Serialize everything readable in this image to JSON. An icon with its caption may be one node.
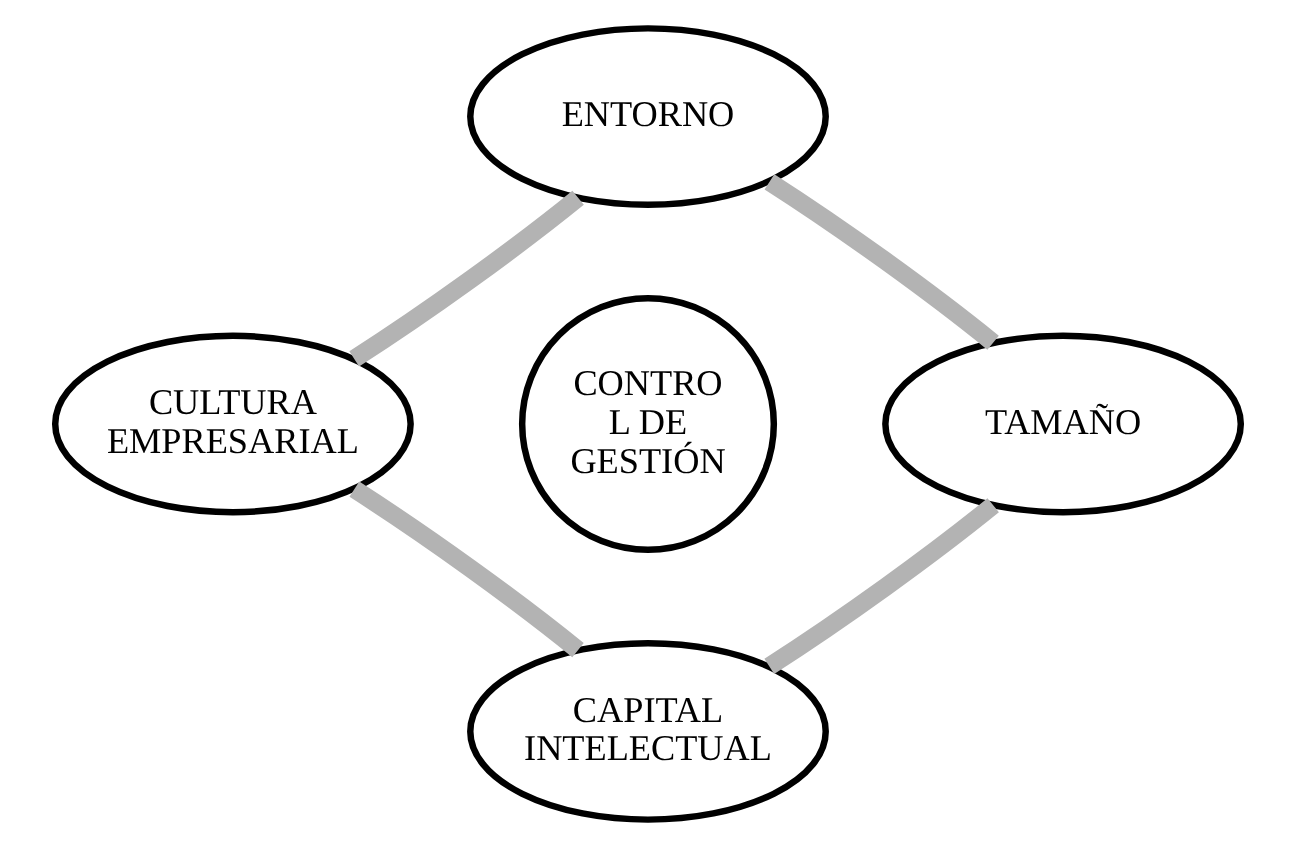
{
  "diagram": {
    "nodes": [
      {
        "text": [
          "ENTORNO"
        ]
      },
      {
        "text": [
          "CULTURA EMPRESARIAL"
        ]
      },
      {
        "text": [
          "CONTRO L DE GESTIÓN"
        ]
      },
      {
        "text": [
          "TAMAÑO"
        ]
      },
      {
        "text": [
          "CAPITAL INTELECTUAL"
        ]
      }
    ],
    "edges": [
      {
        "from": 0,
        "to": 3,
        "arrow": "none"
      },
      {
        "from": 3,
        "to": 4,
        "arrow": "none"
      },
      {
        "from": 4,
        "to": 1,
        "arrow": "none"
      },
      {
        "from": 1,
        "to": 0,
        "arrow": "none"
      }
    ]
  }
}
